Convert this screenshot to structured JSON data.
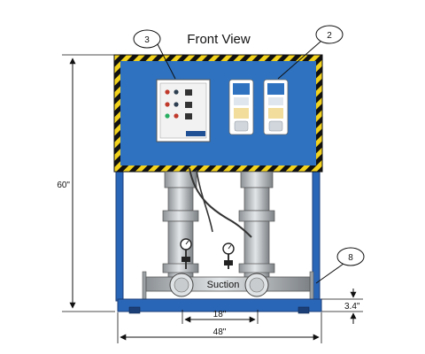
{
  "title": "Front View",
  "callouts": [
    {
      "id": "controller",
      "label": "3"
    },
    {
      "id": "vfd",
      "label": "2"
    },
    {
      "id": "frame",
      "label": "8"
    }
  ],
  "dimensions": {
    "height": "60\"",
    "pump_spacing": "18\"",
    "width": "48\"",
    "base_height": "3.4\""
  },
  "pipe_label": "Suction",
  "colors": {
    "panel_blue": "#2e72c0",
    "frame_blue": "#2a66b8",
    "hazard_yellow": "#f2d21c",
    "pump_steel": "#b9bdc1"
  }
}
